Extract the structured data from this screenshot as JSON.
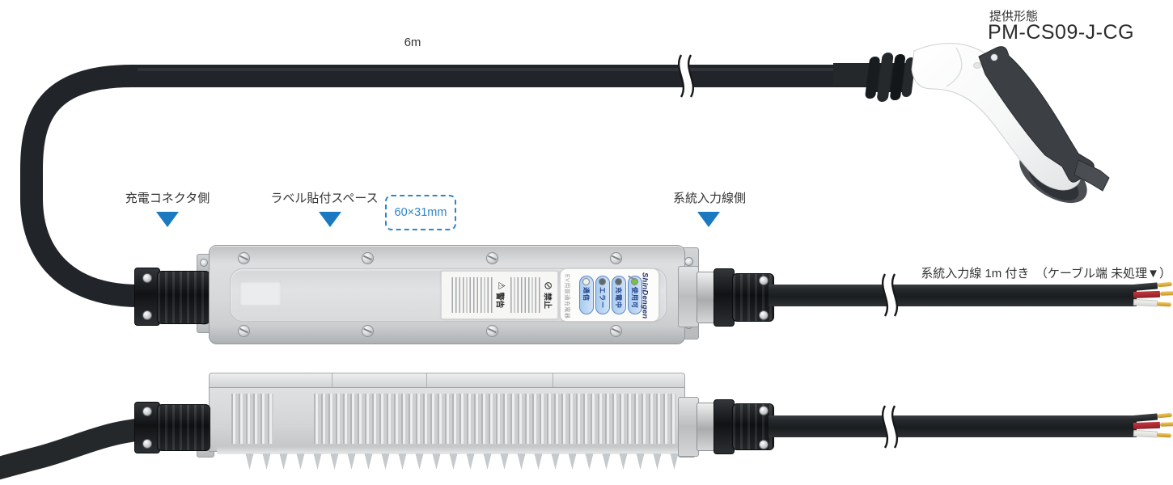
{
  "provision": {
    "label": "提供形態",
    "model": "PM-CS09-J-CG"
  },
  "cable": {
    "length_label": "6m",
    "grid_input_note": "系統入力線 1m 付き　（ケーブル端 未処理▼）"
  },
  "annotations": {
    "connector_side": {
      "label": "充電コネクタ側"
    },
    "label_space": {
      "label": "ラベル貼付スペース",
      "size": "60×31mm"
    },
    "grid_input_side": {
      "label": "系統入力線側"
    }
  },
  "device": {
    "brand": "ShinDengen",
    "product_label": "EV用普通充電器",
    "warning_label": {
      "prohibit_icon": "⊘",
      "prohibit_title": "禁止",
      "warning_icon": "⚠",
      "warning_title": "警告"
    },
    "indicators": [
      {
        "label": "通信",
        "led_color": "#eef0ea"
      },
      {
        "label": "エラー",
        "led_color": "#63666a"
      },
      {
        "label": "充電中",
        "led_color": "#63666a"
      },
      {
        "label": "使用可",
        "led_color": "#79c143"
      }
    ]
  },
  "colors": {
    "accent_blue": "#1b79c2",
    "label_blue": "#2e86c8",
    "brand_navy": "#253069"
  }
}
